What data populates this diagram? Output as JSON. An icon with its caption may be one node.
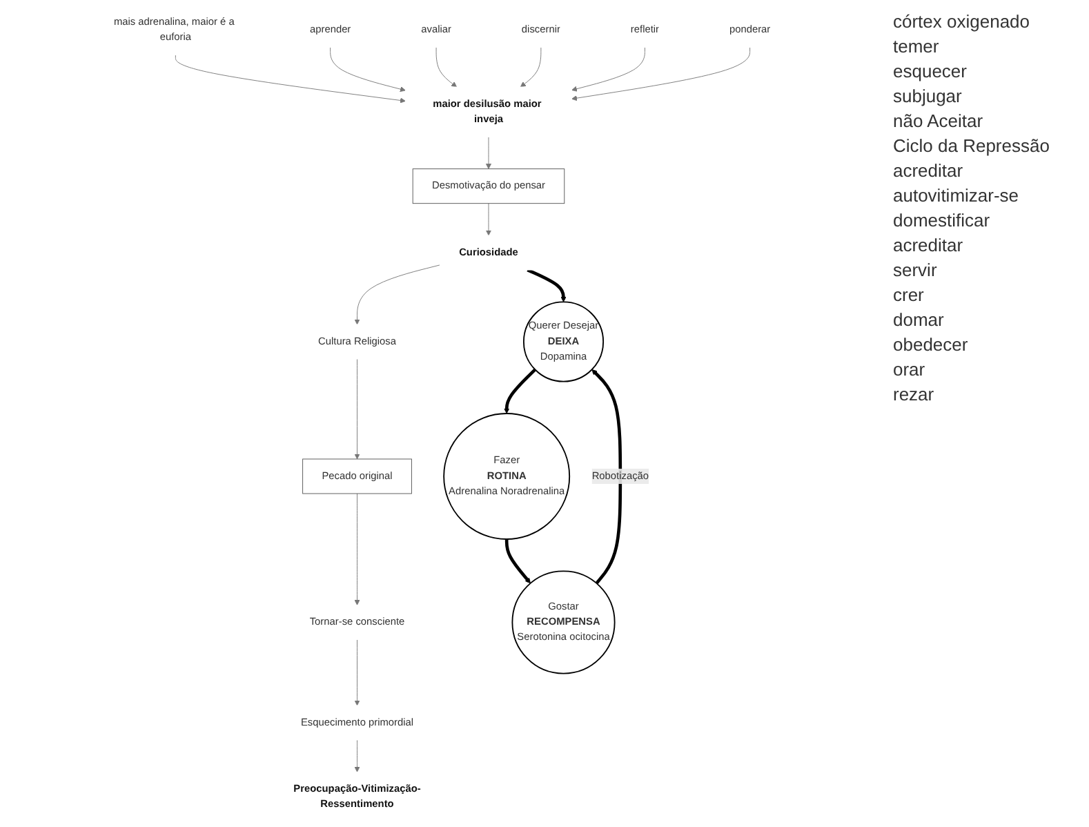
{
  "diagram": {
    "nodes": [
      {
        "text": [
          "Desmotivação do pensar"
        ]
      },
      {
        "text": [
          "Curiosidade"
        ]
      },
      {
        "text": [
          "Cultura Religiosa"
        ]
      },
      {
        "text": [
          "Pecado original"
        ]
      },
      {
        "text": [
          "Tornar-se consciente"
        ]
      },
      {
        "text": [
          "Esquecimento primordial"
        ]
      },
      {
        "text": [
          "Preocupação-Vitimização-Ressentimento"
        ]
      },
      {
        "text": [
          "Gostar",
          "RECOMPENSA",
          "Serotonina ocitocina"
        ]
      },
      {
        "text": [
          "Querer Desejar",
          "DEIXA",
          "Dopamina"
        ]
      },
      {
        "text": [
          "Fazer",
          "ROTINA",
          "Adrenalina Noradrenalina"
        ]
      },
      {
        "text": [
          "maior desilusão maior inveja"
        ]
      },
      {
        "text": [
          "mais adrenalina, maior é a euforia"
        ]
      },
      {
        "text": [
          "aprender"
        ]
      },
      {
        "text": [
          "avaliar"
        ]
      },
      {
        "text": [
          "discernir"
        ]
      },
      {
        "text": [
          "refletir"
        ]
      },
      {
        "text": [
          "ponderar"
        ]
      }
    ],
    "edges": [
      {
        "from": 10,
        "to": 0,
        "arrow": "to"
      },
      {
        "from": 0,
        "to": 1,
        "arrow": "to"
      },
      {
        "from": 1,
        "to": 8,
        "arrow": "to",
        "style": "thick",
        "color": "#000000"
      },
      {
        "from": 1,
        "to": 2,
        "arrow": "to"
      },
      {
        "from": 2,
        "to": 3,
        "arrow": "to"
      },
      {
        "from": 3,
        "to": 4,
        "arrow": "to"
      },
      {
        "from": 4,
        "to": 5,
        "arrow": "to"
      },
      {
        "from": 5,
        "to": 6,
        "arrow": "to"
      },
      {
        "from": 7,
        "to": 8,
        "arrow": "to",
        "style": "thick",
        "color": "#000000",
        "label": "Robotização"
      },
      {
        "from": 8,
        "to": 9,
        "arrow": "to",
        "style": "thick",
        "color": "#000000"
      },
      {
        "from": 9,
        "to": 7,
        "arrow": "to",
        "style": "thick",
        "color": "#000000"
      },
      {
        "from": 11,
        "to": 10,
        "arrow": "to"
      },
      {
        "from": 12,
        "to": 10,
        "arrow": "to"
      },
      {
        "from": 13,
        "to": 10,
        "arrow": "to"
      },
      {
        "from": 14,
        "to": 10,
        "arrow": "to"
      },
      {
        "from": 15,
        "to": 10,
        "arrow": "to"
      },
      {
        "from": 16,
        "to": 10,
        "arrow": "to"
      }
    ],
    "labels": [
      "córtex oxigenado",
      "temer",
      "esquecer",
      "subjugar",
      "não Aceitar",
      "Ciclo da Repressão",
      "acreditar",
      "autovitimizar-se",
      "domestificar",
      "acreditar",
      "servir",
      "crer",
      "domar",
      "obedecer",
      "orar",
      "rezar"
    ]
  }
}
